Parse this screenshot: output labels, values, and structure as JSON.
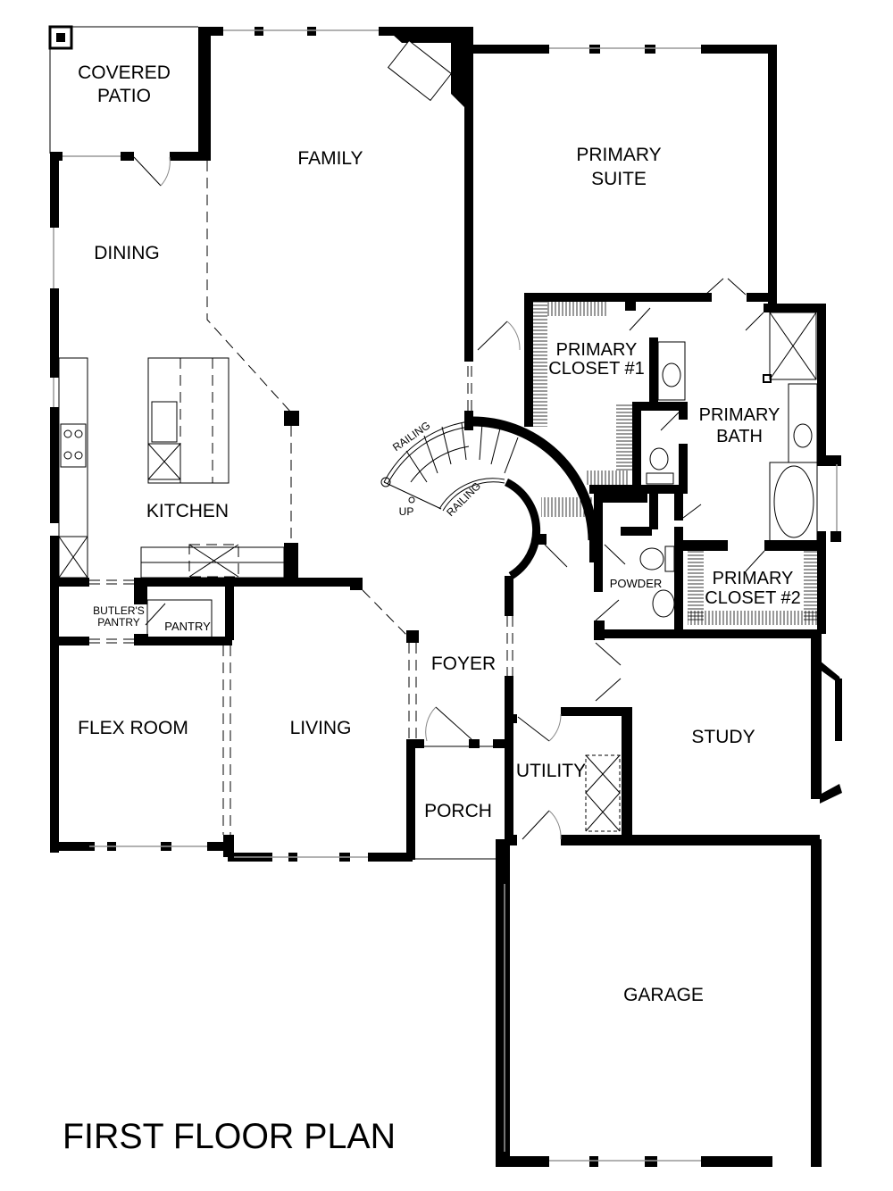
{
  "plan": {
    "title": "FIRST FLOOR PLAN",
    "background": "#ffffff",
    "wall_color": "#000000"
  },
  "rooms": {
    "covered_patio": [
      "COVERED",
      "PATIO"
    ],
    "family": "FAMILY",
    "primary_suite": [
      "PRIMARY",
      "SUITE"
    ],
    "dining": "DINING",
    "kitchen": "KITCHEN",
    "primary_closet_1": [
      "PRIMARY",
      "CLOSET #1"
    ],
    "primary_bath": [
      "PRIMARY",
      "BATH"
    ],
    "powder": "POWDER",
    "primary_closet_2": [
      "PRIMARY",
      "CLOSET #2"
    ],
    "butlers_pantry": [
      "BUTLER'S",
      "PANTRY"
    ],
    "pantry": "PANTRY",
    "foyer": "FOYER",
    "flex_room": "FLEX ROOM",
    "living": "LIVING",
    "study": "STUDY",
    "utility": "UTILITY",
    "porch": "PORCH",
    "garage": "GARAGE"
  },
  "stair": {
    "railing_outer": "RAILING",
    "railing_inner": "RAILING",
    "direction": "UP"
  }
}
